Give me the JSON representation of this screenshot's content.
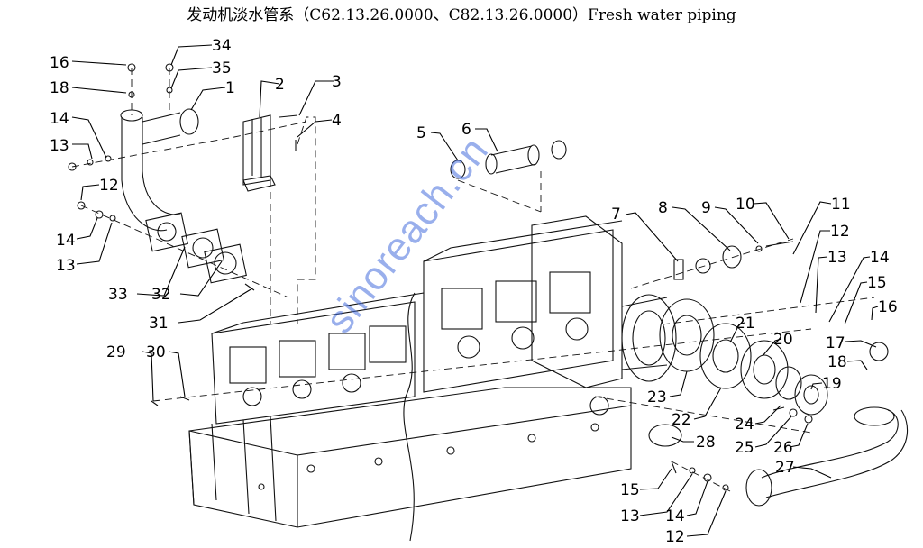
{
  "title": "发动机淡水管系（C62.13.26.0000、C82.13.26.0000）Fresh water piping",
  "watermark": "sinoreach.cn",
  "callouts": [
    "16",
    "18",
    "14",
    "13",
    "12",
    "14",
    "13",
    "34",
    "35",
    "1",
    "2",
    "3",
    "4",
    "5",
    "6",
    "33",
    "32",
    "31",
    "7",
    "8",
    "9",
    "10",
    "11",
    "12",
    "13",
    "14",
    "15",
    "16",
    "17",
    "18",
    "19",
    "20",
    "21",
    "29",
    "30",
    "23",
    "22",
    "24",
    "25",
    "26",
    "27",
    "28",
    "15",
    "13",
    "14",
    "12"
  ]
}
